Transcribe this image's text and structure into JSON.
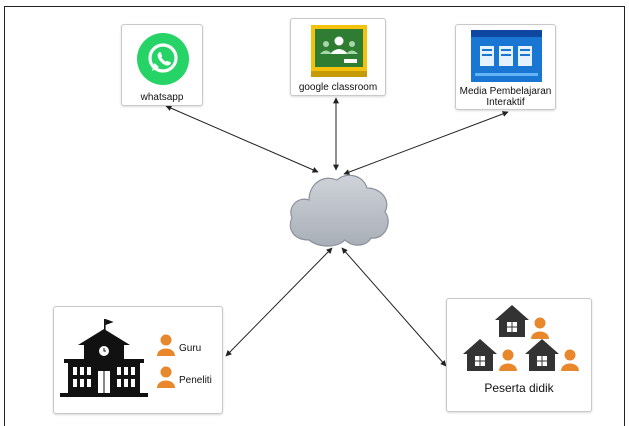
{
  "nodes": {
    "whatsapp": {
      "label": "whatsapp"
    },
    "classroom": {
      "label": "google classroom"
    },
    "media": {
      "label_line1": "Media Pembelajaran",
      "label_line2": "Interaktif"
    },
    "school": {
      "guru": "Guru",
      "peneliti": "Peneliti"
    },
    "students": {
      "label": "Peserta didik"
    }
  },
  "colors": {
    "whatsapp_green": "#25d366",
    "classroom_green": "#2e7d32",
    "classroom_yellow": "#f4c20d",
    "media_blue": "#1976d2",
    "person_orange": "#e8872b",
    "cloud_gray": "#bfc4cc",
    "building": "#111111"
  },
  "icons": [
    "whatsapp-icon",
    "google-classroom-icon",
    "media-screenshot-icon",
    "cloud-icon",
    "school-building-icon",
    "person-icon",
    "house-icon"
  ]
}
